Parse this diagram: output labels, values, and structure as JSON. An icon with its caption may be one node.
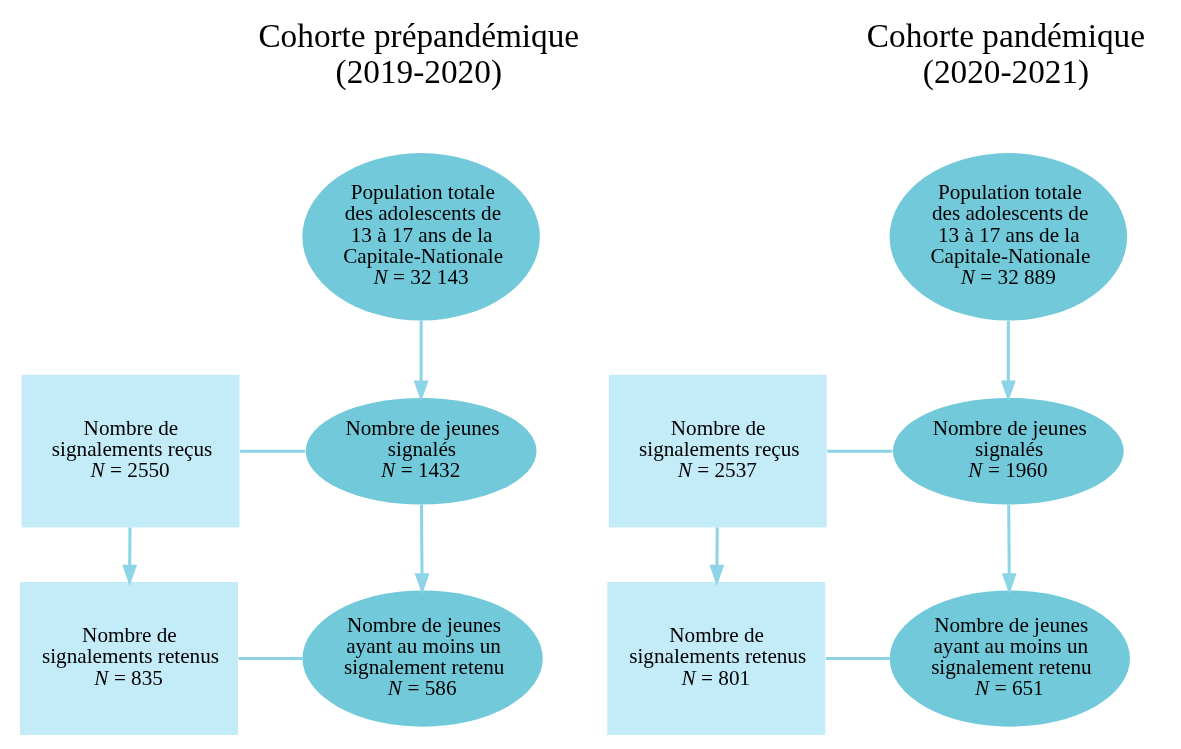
{
  "diagram": {
    "nodes": [
      {
        "text": [
          "Population totale des adolescents de 13 à 17 ans de la Capitale-Nationale",
          "*N* = 32 143"
        ]
      },
      {
        "text": [
          "Nombre de signalements reçus",
          "*N* = 2550"
        ]
      },
      {
        "text": [
          "Nombre de jeunes signalés",
          "*N* = 1432"
        ]
      },
      {
        "text": [
          "Nombre de signalements retenus",
          "*N* = 835"
        ]
      },
      {
        "text": [
          "Nombre de jeunes ayant au moins un signalement retenu",
          "*N* = 586"
        ]
      },
      {
        "text": [
          "Population totale des adolescents de 13 à 17 ans de la Capitale-Nationale",
          "*N* = 32 889"
        ]
      },
      {
        "text": [
          "Nombre de signalements reçus",
          "*N* = 2537"
        ]
      },
      {
        "text": [
          "Nombre de jeunes signalés",
          "*N* = 1960"
        ]
      },
      {
        "text": [
          "Nombre de signalements retenus",
          "*N* = 801"
        ]
      },
      {
        "text": [
          "Nombre de jeunes ayant au moins un signalement retenu",
          "*N* = 651"
        ]
      }
    ],
    "edges": [
      {
        "from": 0,
        "to": 2,
        "arrow": "to"
      },
      {
        "from": 1,
        "to": 2,
        "arrow": "none"
      },
      {
        "from": 1,
        "to": 3,
        "arrow": "to"
      },
      {
        "from": 2,
        "to": 4,
        "arrow": "to"
      },
      {
        "from": 3,
        "to": 4,
        "arrow": "none"
      },
      {
        "from": 5,
        "to": 7,
        "arrow": "to"
      },
      {
        "from": 6,
        "to": 7,
        "arrow": "none"
      },
      {
        "from": 6,
        "to": 8,
        "arrow": "to"
      },
      {
        "from": 7,
        "to": 9,
        "arrow": "to"
      },
      {
        "from": 8,
        "to": 9,
        "arrow": "none"
      }
    ],
    "labels": [
      "Cohorte prépandémique (2019-2020)",
      "Cohorte pandémique (2020-2021)"
    ]
  }
}
